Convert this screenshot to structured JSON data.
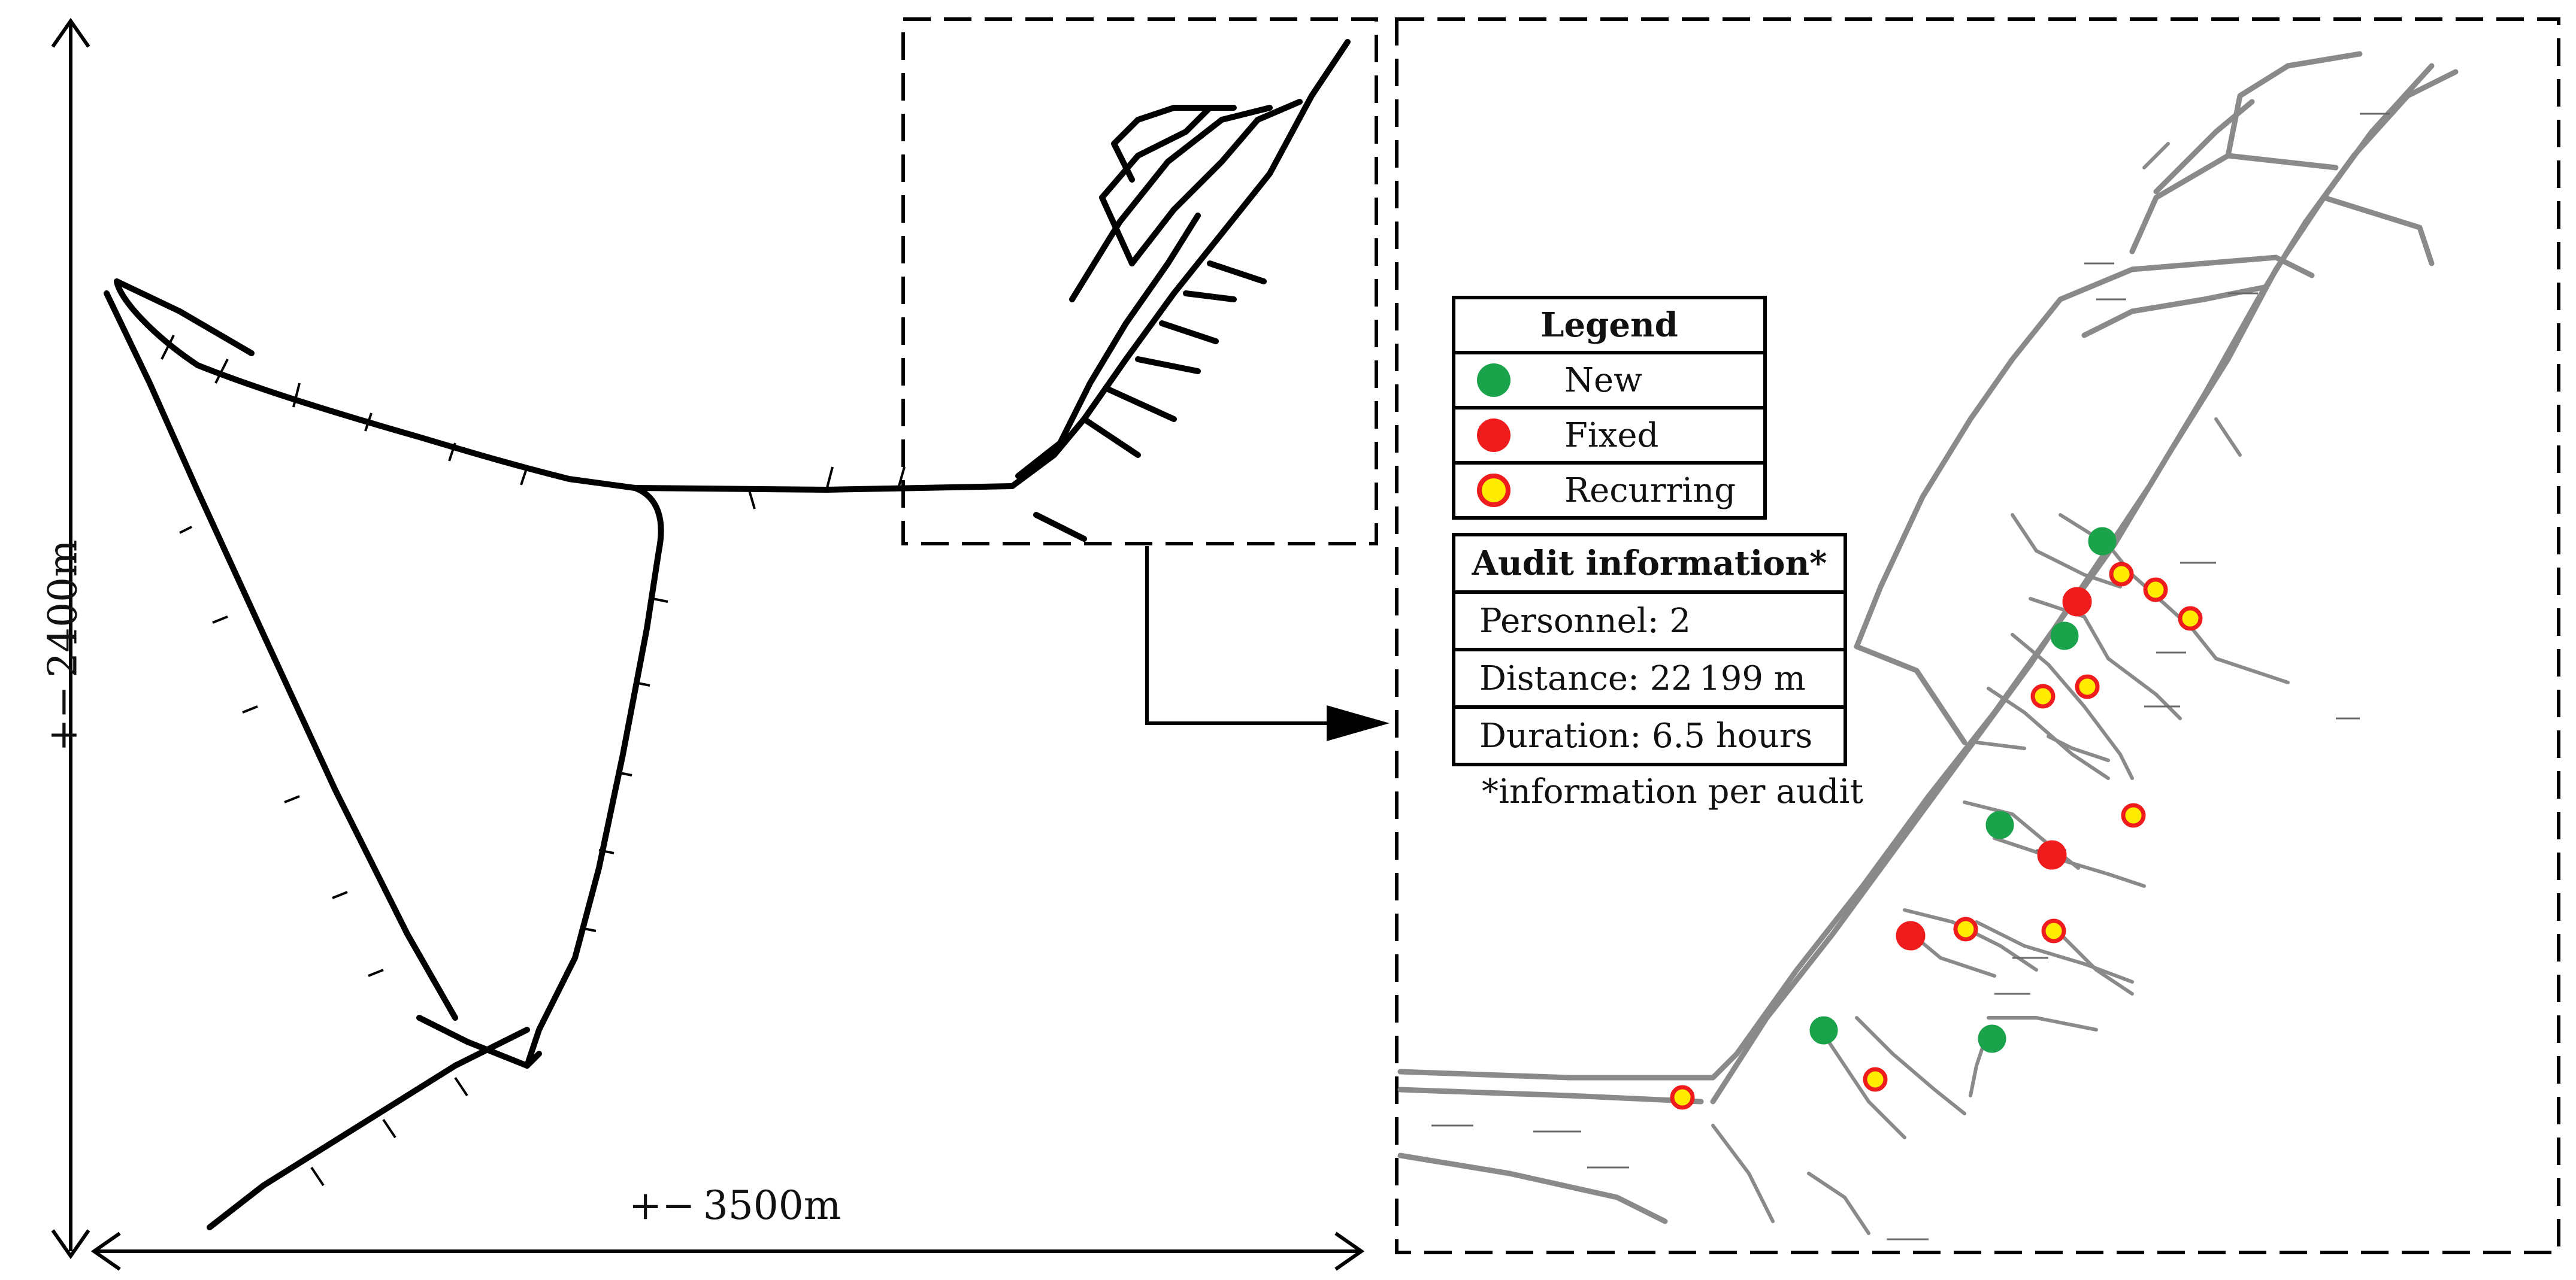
{
  "dimensions": {
    "vertical": "+− 2400m",
    "horizontal": "+− 3500m"
  },
  "legend": {
    "title": "Legend",
    "items": [
      {
        "label": "New",
        "color": "#1aa34a"
      },
      {
        "label": "Fixed",
        "color": "#ee1c1c"
      },
      {
        "label": "Recurring",
        "color": "#ffec00",
        "ring": "#ee1c1c"
      }
    ]
  },
  "audit": {
    "title": "Audit information*",
    "rows": [
      "Personnel: 2",
      "Distance: 22 199 m",
      "Duration: 6.5 hours"
    ],
    "footnote": "*information per audit"
  },
  "colors": {
    "network": "#000000",
    "detail_network": "#8a8a8a"
  }
}
